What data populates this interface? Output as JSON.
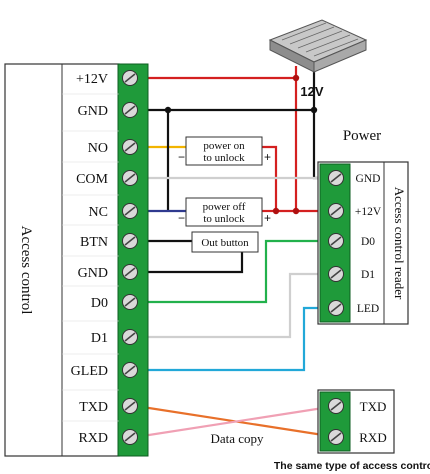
{
  "controller": {
    "title": "Access control",
    "terminals": [
      "+12V",
      "GND",
      "NO",
      "COM",
      "NC",
      "BTN",
      "GND",
      "D0",
      "D1",
      "GLED",
      "TXD",
      "RXD"
    ]
  },
  "power": {
    "title": "Power",
    "voltage": "12V"
  },
  "reader": {
    "title": "Access control reader",
    "terminals": [
      "GND",
      "+12V",
      "D0",
      "D1",
      "LED"
    ]
  },
  "lock_boxes": {
    "power_on": {
      "line1": "power on",
      "line2": "to unlock",
      "minus": "−",
      "plus": "+"
    },
    "power_off": {
      "line1": "power off",
      "line2": "to unlock",
      "minus": "−",
      "plus": "+"
    }
  },
  "out_button": "Out button",
  "data_copy": "Data copy",
  "second_controller": {
    "caption": "The same type of access control",
    "terminals": [
      "TXD",
      "RXD"
    ]
  },
  "colors": {
    "terminal_green": "#1f9a3a",
    "wire_red": "#d42020",
    "wire_black": "#111111",
    "wire_yellow": "#f2b400",
    "wire_blue_dark": "#2f3a8f",
    "wire_green": "#22b14c",
    "wire_cyan": "#22a8d8",
    "wire_orange": "#e8702a",
    "wire_pink": "#f0a0b4",
    "wire_grey": "#cfcfcf"
  }
}
